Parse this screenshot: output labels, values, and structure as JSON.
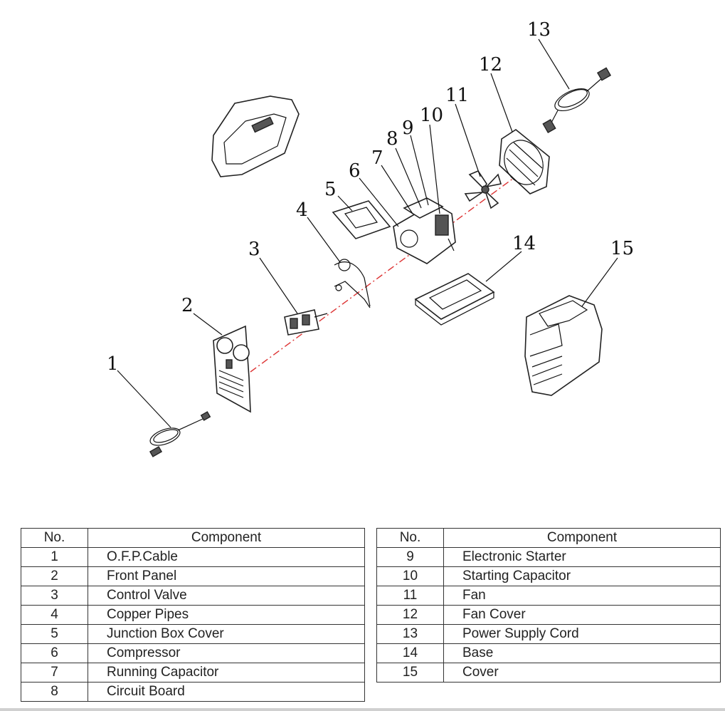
{
  "diagram": {
    "callouts": [
      "1",
      "2",
      "3",
      "4",
      "5",
      "6",
      "7",
      "8",
      "9",
      "10",
      "11",
      "12",
      "13",
      "14",
      "15"
    ]
  },
  "table_left": {
    "header_no": "No.",
    "header_component": "Component",
    "rows": [
      {
        "no": "1",
        "component": "O.F.P.Cable"
      },
      {
        "no": "2",
        "component": "Front Panel"
      },
      {
        "no": "3",
        "component": "Control Valve"
      },
      {
        "no": "4",
        "component": "Copper Pipes"
      },
      {
        "no": "5",
        "component": "Junction Box Cover"
      },
      {
        "no": "6",
        "component": "Compressor"
      },
      {
        "no": "7",
        "component": "Running Capacitor"
      },
      {
        "no": "8",
        "component": "Circuit Board"
      }
    ]
  },
  "table_right": {
    "header_no": "No.",
    "header_component": "Component",
    "rows": [
      {
        "no": "9",
        "component": "Electronic Starter"
      },
      {
        "no": "10",
        "component": "Starting Capacitor"
      },
      {
        "no": "11",
        "component": "Fan"
      },
      {
        "no": "12",
        "component": "Fan Cover"
      },
      {
        "no": "13",
        "component": "Power Supply Cord"
      },
      {
        "no": "14",
        "component": "Base"
      },
      {
        "no": "15",
        "component": "Cover"
      }
    ]
  }
}
